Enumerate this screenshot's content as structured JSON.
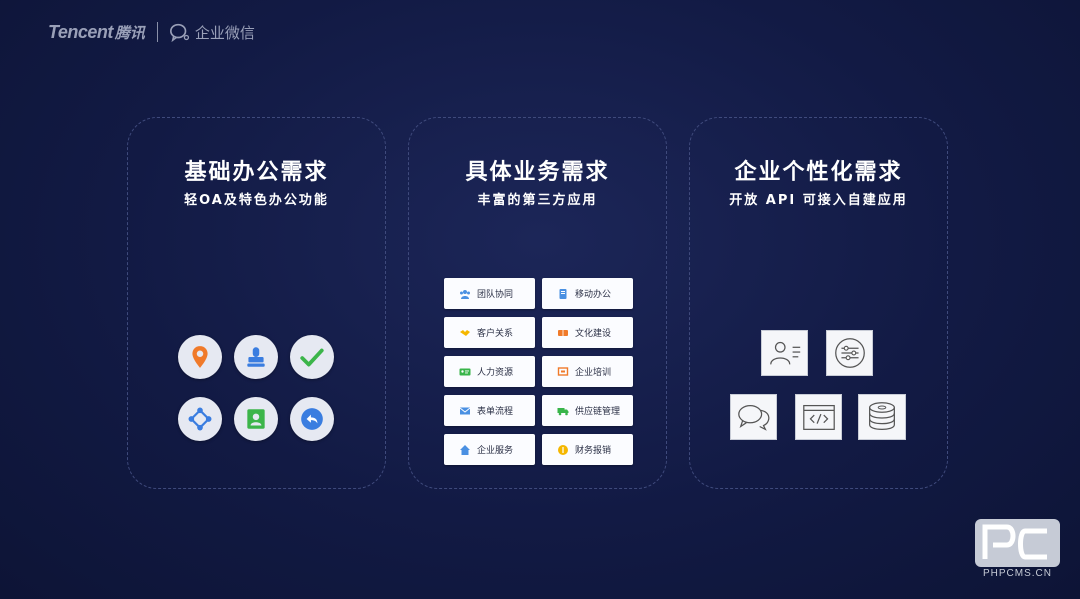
{
  "header": {
    "brand_en": "Tencent",
    "brand_cn": "腾讯",
    "product": "企业微信"
  },
  "cards": [
    {
      "title": "基础办公需求",
      "subtitle": "轻OA及特色办公功能",
      "icons": [
        "location-pin-icon",
        "stamp-icon",
        "check-icon",
        "share-network-icon",
        "contact-card-icon",
        "reply-bubble-icon"
      ]
    },
    {
      "title": "具体业务需求",
      "subtitle": "丰富的第三方应用",
      "apps": [
        {
          "label": "团队协同",
          "icon": "team-icon",
          "color": "#4a90e2"
        },
        {
          "label": "移动办公",
          "icon": "mobile-doc-icon",
          "color": "#4a90e2"
        },
        {
          "label": "客户关系",
          "icon": "handshake-icon",
          "color": "#f5b700"
        },
        {
          "label": "文化建设",
          "icon": "book-icon",
          "color": "#f07a2a"
        },
        {
          "label": "人力资源",
          "icon": "id-card-icon",
          "color": "#39b54a"
        },
        {
          "label": "企业培训",
          "icon": "training-icon",
          "color": "#f07a2a"
        },
        {
          "label": "表单流程",
          "icon": "mail-icon",
          "color": "#4a90e2"
        },
        {
          "label": "供应链管理",
          "icon": "truck-icon",
          "color": "#39b54a"
        },
        {
          "label": "企业服务",
          "icon": "home-icon",
          "color": "#4a90e2"
        },
        {
          "label": "财务报销",
          "icon": "coin-icon",
          "color": "#f5b700"
        }
      ]
    },
    {
      "title": "企业个性化需求",
      "subtitle": "开放 API 可接入自建应用",
      "icons": [
        "user-profile-icon",
        "settings-sliders-icon",
        "chat-bubbles-icon",
        "code-icon",
        "database-icon"
      ]
    }
  ],
  "watermark": {
    "text": "PHPCMS.CN",
    "logo": "PC"
  }
}
